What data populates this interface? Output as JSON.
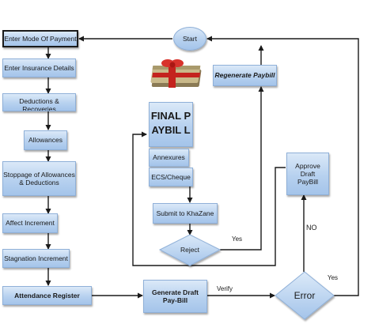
{
  "nodes": {
    "start": "Start",
    "enter_mode_of_payment": "Enter Mode Of Payment",
    "enter_insurance_details": "Enter Insurance Details",
    "deductions_recoveries": "Deductions & Recoveries",
    "allowances": "Allowances",
    "stoppage": "Stoppage of Allowances & Deductions",
    "affect_increment": "Affect Increment",
    "stagnation_increment": "Stagnation Increment",
    "attendance_register": "Attendance Register",
    "generate_draft_paybill": "Generate Draft Pay-Bill",
    "error": "Error",
    "approve_draft_paybill": "Approve Draft PayBill",
    "regenerate_paybill": "Regenerate Paybill",
    "final_paybill": "FINAL PAYBIL L",
    "annexures": "Annexures",
    "ecs_cheque": "ECS/Cheque",
    "submit_to_khazane": "Submit to KhaZane",
    "reject": "Reject"
  },
  "edge_labels": {
    "verify": "Verify",
    "no": "NO",
    "yes_error": "Yes",
    "yes_reject": "Yes"
  },
  "colors": {
    "node_fill_top": "#dbe9f8",
    "node_fill_bottom": "#a4c4ea",
    "node_border": "#8fb0d8",
    "connector": "#1a1a1a"
  },
  "icons": {
    "gift": "money-gift-icon"
  }
}
